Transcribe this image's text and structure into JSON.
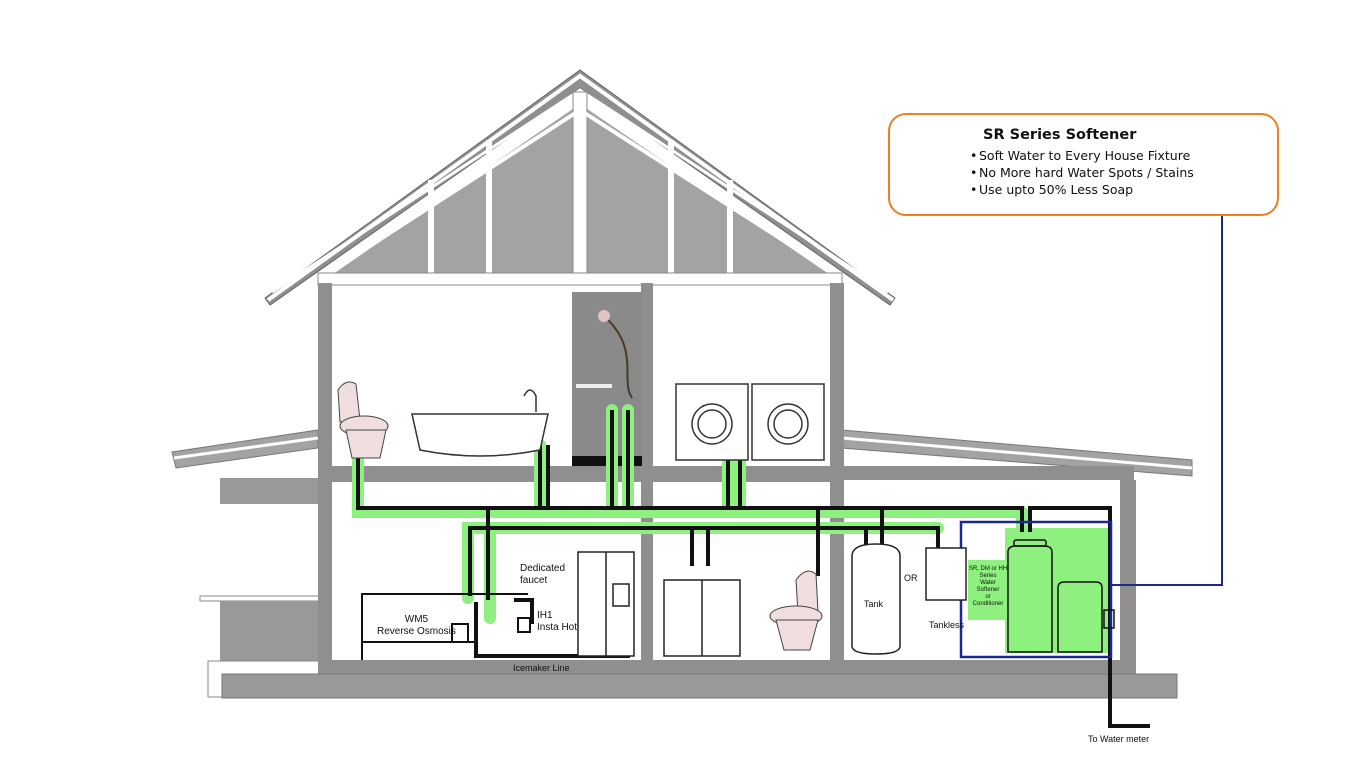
{
  "callout": {
    "title": "SR Series Softener",
    "bullets": [
      "Soft Water to Every House Fixture",
      "No More hard Water Spots / Stains",
      "Use upto 50% Less Soap"
    ]
  },
  "labels": {
    "dedicated_faucet": "Dedicated\nfaucet",
    "wm5": "WM5\nReverse Osmosis",
    "ih1": "IH1\nInsta Hot",
    "icemaker": "Icemaker Line",
    "tank": "Tank",
    "or": "OR",
    "tankless": "Tankless",
    "softener": "SR, DM or HH\nSeries\nWater\nSoftener\nor\nConditioner",
    "water_meter": "To Water meter"
  },
  "colors": {
    "callout_border": "#f07f22",
    "connector_line": "#1a2a8c",
    "pipe": "#111111",
    "soft_water_glow": "#8ef07f",
    "wall": "#8f8f8f",
    "roof_fill": "#a3a3a3"
  }
}
